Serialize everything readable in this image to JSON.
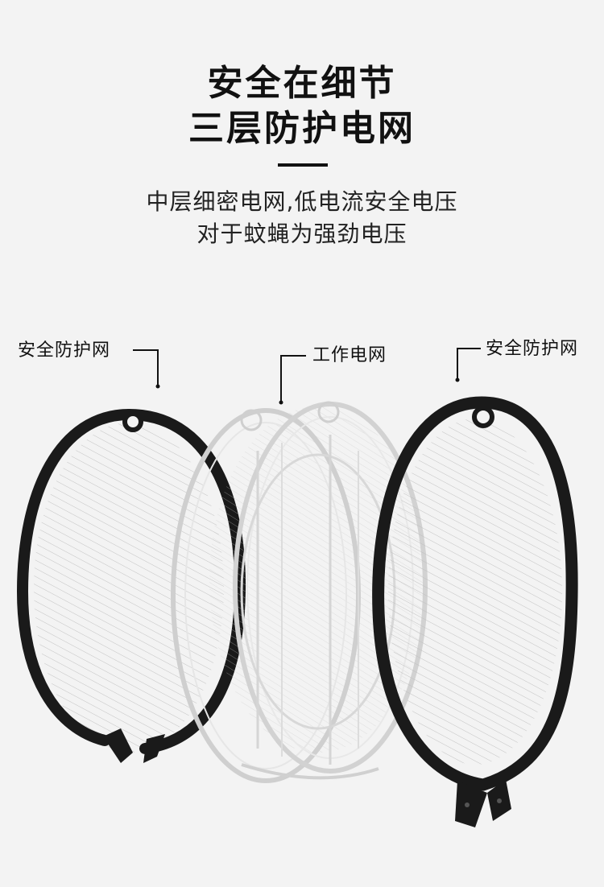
{
  "heading": {
    "line1": "安全在细节",
    "line2": "三层防护电网"
  },
  "subheading": {
    "line1": "中层细密电网,低电流安全电压",
    "line2": "对于蚊蝇为强劲电压"
  },
  "labels": {
    "left": "安全防护网",
    "middle": "工作电网",
    "right": "安全防护网"
  },
  "colors": {
    "background": "#f3f3f3",
    "frame": "#1a1a1a",
    "mesh": "#c8c8c8",
    "text": "#111111"
  }
}
